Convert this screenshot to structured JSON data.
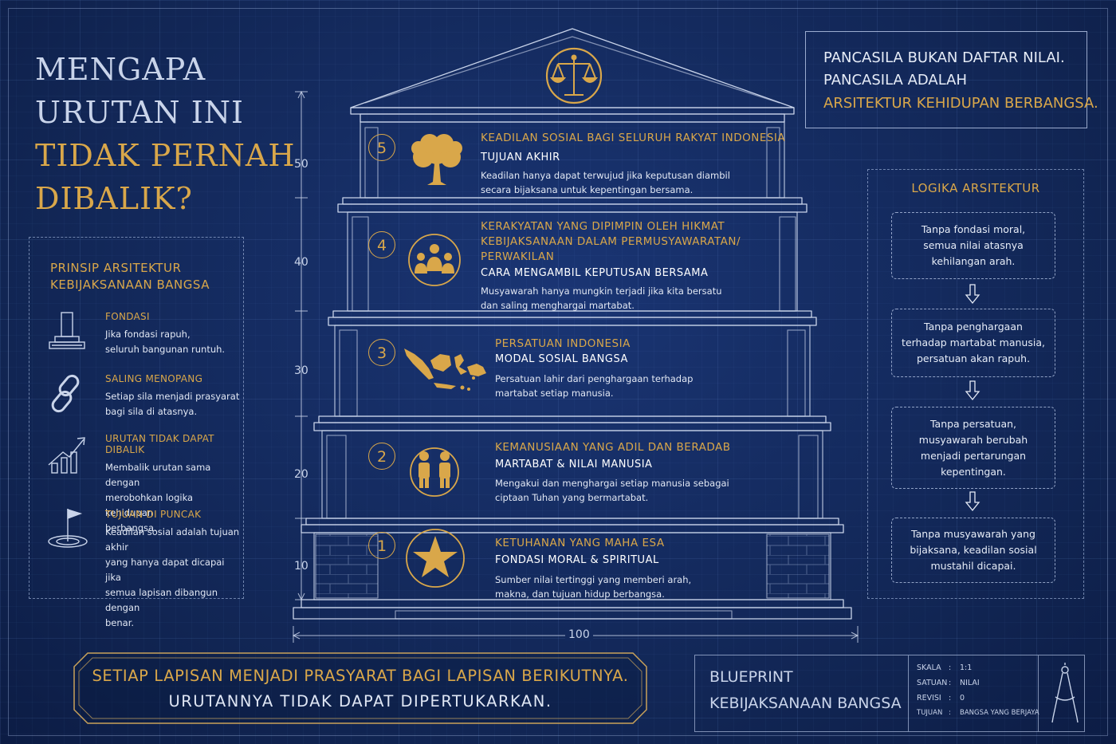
{
  "title": {
    "line1": "MENGAPA",
    "line2": "URUTAN INI",
    "line3": "TIDAK PERNAH",
    "line4": "DIBALIK?"
  },
  "callout": {
    "line1": "PANCASILA BUKAN DAFTAR NILAI.",
    "line2": "PANCASILA ADALAH",
    "line3": "ARSITEKTUR KEHIDUPAN BERBANGSA."
  },
  "principles": {
    "heading_line1": "PRINSIP ARSITEKTUR",
    "heading_line2": "KEBIJAKSANAAN BANGSA",
    "items": [
      {
        "title": "FONDASI",
        "text1": "Jika fondasi rapuh,",
        "text2": "seluruh bangunan runtuh.",
        "text3": "",
        "text4": "",
        "icon": "foundation-icon"
      },
      {
        "title": "SALING MENOPANG",
        "text1": "Setiap sila menjadi prasyarat",
        "text2": "bagi sila di atasnya.",
        "text3": "",
        "text4": "",
        "icon": "chain-link-icon"
      },
      {
        "title": "URUTAN TIDAK DAPAT DIBALIK",
        "text1": "Membalik urutan sama dengan",
        "text2": "merobohkan logika kehidupan",
        "text3": "berbangsa.",
        "text4": "",
        "icon": "growth-arrow-icon"
      },
      {
        "title": "TUJUAN DI PUNCAK",
        "text1": "Keadilan sosial adalah tujuan akhir",
        "text2": "yang hanya dapat dicapai jika",
        "text3": "semua lapisan dibangun dengan",
        "text4": "benar.",
        "icon": "target-flag-icon"
      }
    ]
  },
  "logic": {
    "heading": "LOGIKA ARSITEKTUR",
    "steps": [
      {
        "l1": "Tanpa fondasi moral,",
        "l2": "semua nilai atasnya",
        "l3": "kehilangan arah.",
        "l4": ""
      },
      {
        "l1": "Tanpa penghargaan",
        "l2": "terhadap martabat manusia,",
        "l3": "persatuan akan rapuh.",
        "l4": ""
      },
      {
        "l1": "Tanpa persatuan,",
        "l2": "musyawarah berubah",
        "l3": "menjadi pertarungan",
        "l4": "kepentingan."
      },
      {
        "l1": "Tanpa musyawarah yang",
        "l2": "bijaksana, keadilan sosial",
        "l3": "mustahil dicapai.",
        "l4": ""
      }
    ]
  },
  "floors": [
    {
      "number": "5",
      "title1": "KEADILAN SOSIAL BAGI SELURUH RAKYAT INDONESIA",
      "title2": "",
      "title3": "",
      "subtitle": "TUJUAN AKHIR",
      "desc1": "Keadilan hanya dapat terwujud jika keputusan diambil",
      "desc2": "secara bijaksana untuk kepentingan bersama.",
      "icon": "banyan-tree-icon"
    },
    {
      "number": "4",
      "title1": "KERAKYATAN YANG DIPIMPIN OLEH HIKMAT",
      "title2": "KEBIJAKSANAAN DALAM PERMUSYAWARATAN/",
      "title3": "PERWAKILAN",
      "subtitle": "CARA MENGAMBIL KEPUTUSAN BERSAMA",
      "desc1": "Musyawarah hanya mungkin terjadi jika kita bersatu",
      "desc2": "dan saling menghargai martabat.",
      "icon": "people-council-icon"
    },
    {
      "number": "3",
      "title1": "PERSATUAN INDONESIA",
      "title2": "",
      "title3": "",
      "subtitle": "MODAL SOSIAL BANGSA",
      "desc1": "Persatuan lahir dari penghargaan terhadap",
      "desc2": "martabat setiap manusia.",
      "icon": "indonesia-map-icon"
    },
    {
      "number": "2",
      "title1": "KEMANUSIAAN YANG ADIL DAN BERADAB",
      "title2": "",
      "title3": "",
      "subtitle": "MARTABAT & NILAI MANUSIA",
      "desc1": "Mengakui dan menghargai setiap manusia sebagai",
      "desc2": "ciptaan Tuhan yang bermartabat.",
      "icon": "two-people-icon"
    },
    {
      "number": "1",
      "title1": "KETUHANAN YANG MAHA ESA",
      "title2": "",
      "title3": "",
      "subtitle": "FONDASI MORAL & SPIRITUAL",
      "desc1": "Sumber nilai tertinggi yang memberi arah,",
      "desc2": "makna, dan tujuan hidup berbangsa.",
      "icon": "star-icon"
    }
  ],
  "dimensions": {
    "heights": [
      "50",
      "40",
      "30",
      "20",
      "10"
    ],
    "width": "100"
  },
  "banner": {
    "line1": "SETIAP LAPISAN MENJADI PRASYARAT BAGI LAPISAN BERIKUTNYA.",
    "line2": "URUTANNYA TIDAK DAPAT DIPERTUKARKAN."
  },
  "titleblock": {
    "name1": "BLUEPRINT",
    "name2": "KEBIJAKSANAAN BANGSA",
    "rows": [
      {
        "key": "SKALA",
        "sep": ":",
        "value": "1:1"
      },
      {
        "key": "SATUAN",
        "sep": ":",
        "value": "NILAI"
      },
      {
        "key": "REVISI",
        "sep": ":",
        "value": "0"
      },
      {
        "key": "TUJUAN",
        "sep": ":",
        "value": "BANGSA YANG BERJAYA"
      }
    ],
    "icon": "drafting-compass-icon"
  },
  "colors": {
    "background": "#12275a",
    "accent_gold": "#d9a74a",
    "line": "#c9d4ea"
  }
}
